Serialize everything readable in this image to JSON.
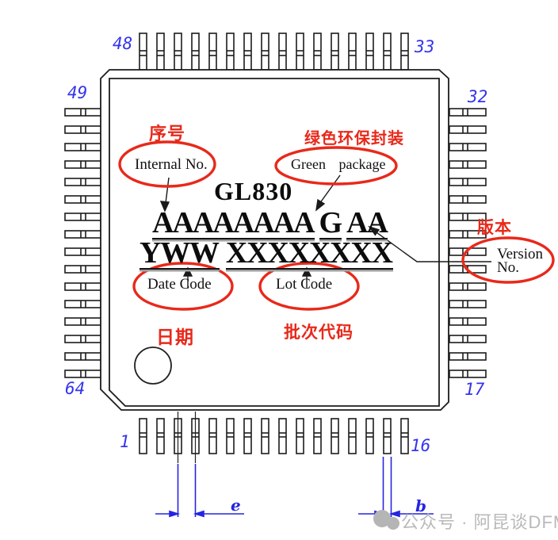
{
  "colors": {
    "annotation_red": "#e8291a",
    "pin_number_blue": "#3434ee",
    "dimension_blue": "#2525e0",
    "line_black": "#1c1c1c",
    "watermark_gray": "#b9b9b9"
  },
  "chip": {
    "part_number": "GL830",
    "marking_row_a": [
      "AAAAAAAA",
      "G",
      "AA"
    ],
    "marking_row_b": [
      "YWW",
      "XXXXXXXX"
    ]
  },
  "labels": {
    "serial_no_cn": "序号",
    "internal_no": "Internal No.",
    "green_package_cn": "绿色环保封装",
    "green_package": "Green package",
    "version_cn": "版本",
    "version_line1": "Version",
    "version_line2": "No.",
    "date_code": "Date Code",
    "date_cn": "日期",
    "lot_code": "Lot Code",
    "lot_cn": "批次代码"
  },
  "pins": {
    "top_left": "48",
    "top_right": "33",
    "left_top": "49",
    "left_bottom": "64",
    "right_top": "32",
    "right_bottom": "17",
    "bottom_left": "1",
    "bottom_right": "16"
  },
  "dims": {
    "pitch_label": "e",
    "lead_width_label": "b"
  },
  "watermark": {
    "text": "公众号 · 阿昆谈DFM"
  }
}
